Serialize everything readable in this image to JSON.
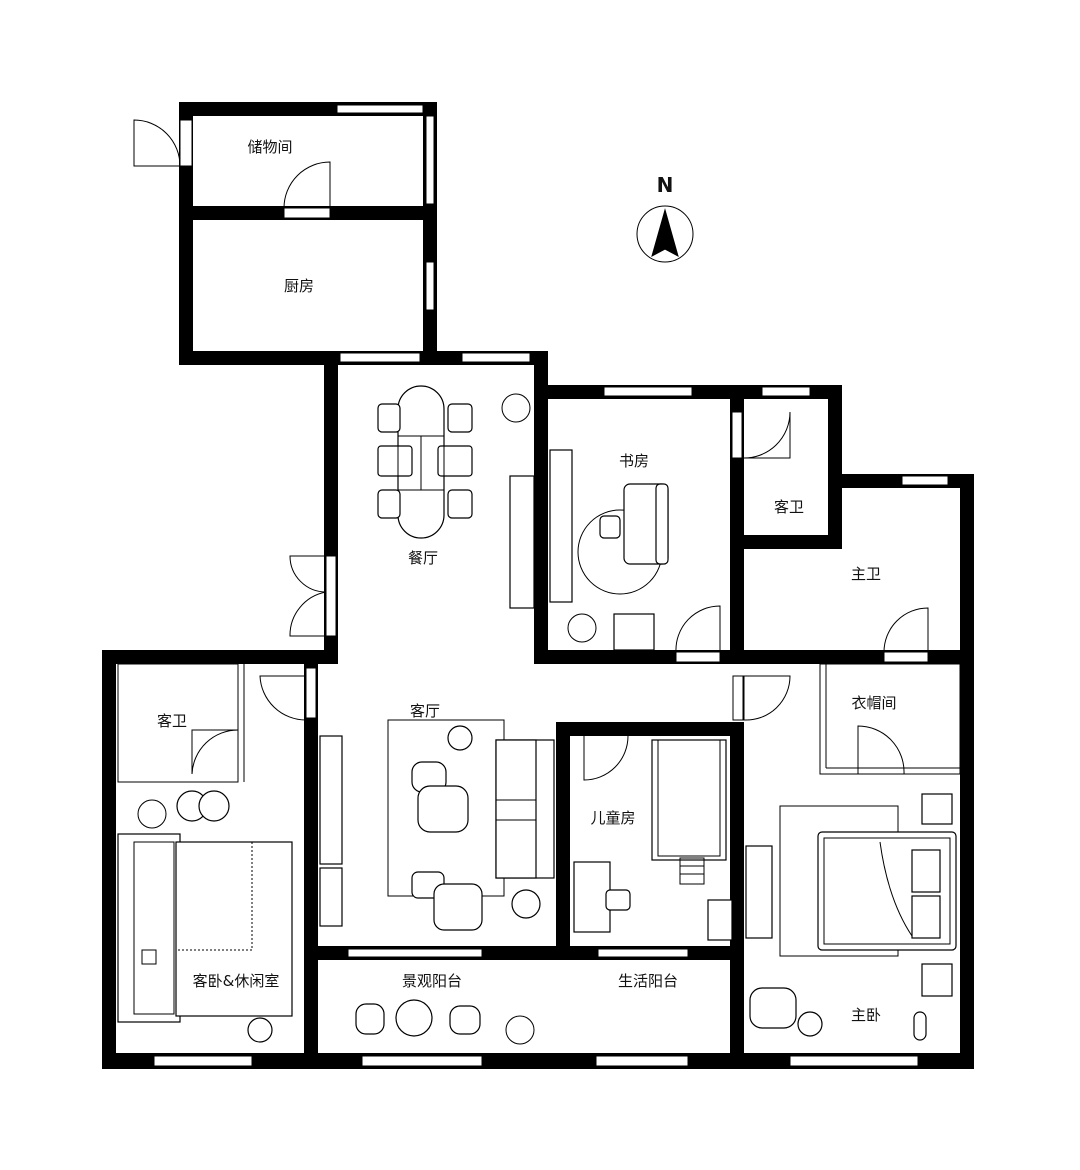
{
  "compass": {
    "north_label": "N"
  },
  "rooms": {
    "storage": "储物间",
    "kitchen": "厨房",
    "dining": "餐厅",
    "study": "书房",
    "guest_bath_top": "客卫",
    "master_bath": "主卫",
    "guest_bath_left": "客卫",
    "living": "客厅",
    "wardrobe": "衣帽间",
    "kids_room": "儿童房",
    "guest_bedroom_lounge": "客卧&休闲室",
    "view_balcony": "景观阳台",
    "service_balcony": "生活阳台",
    "master_bedroom": "主卧"
  }
}
